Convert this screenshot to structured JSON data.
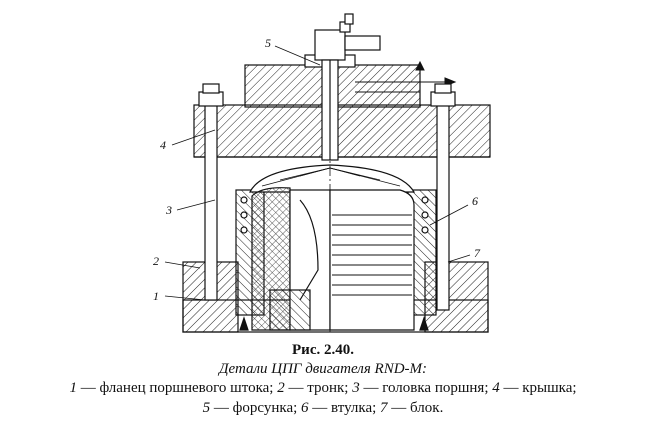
{
  "figure": {
    "title": "Рис. 2.40.",
    "subtitle": "Детали ЦПГ двигателя RND-M:"
  },
  "callouts": [
    "1",
    "2",
    "3",
    "4",
    "5",
    "6",
    "7"
  ],
  "legend": {
    "line1": [
      {
        "num": "1",
        "text": " — фланец поршневого штока; "
      },
      {
        "num": "2",
        "text": " — тронк; "
      },
      {
        "num": "3",
        "text": " — головка поршня; "
      },
      {
        "num": "4",
        "text": " — крышка;"
      }
    ],
    "line2": [
      {
        "num": "5",
        "text": " — форсунка; "
      },
      {
        "num": "6",
        "text": " — втулка; "
      },
      {
        "num": "7",
        "text": " — блок."
      }
    ]
  }
}
